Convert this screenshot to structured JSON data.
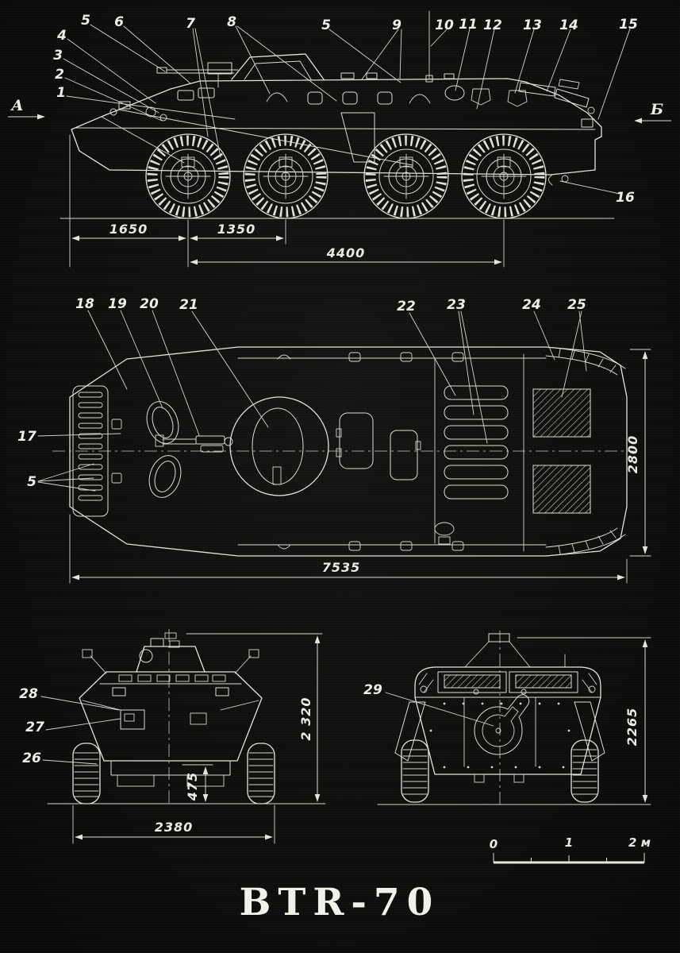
{
  "page": {
    "title": "BTR-70",
    "scale_bar": {
      "t0": "0",
      "t1": "1",
      "t2": "2 м"
    }
  },
  "side_view": {
    "callouts": [
      "1",
      "2",
      "3",
      "4",
      "5",
      "6",
      "7",
      "8",
      "5",
      "9",
      "10",
      "11",
      "12",
      "13",
      "14",
      "15",
      "16"
    ],
    "dims": {
      "front": "1650",
      "axle": "1350",
      "wheelbase": "4400"
    },
    "markers": {
      "left": "А",
      "right": "Б"
    }
  },
  "top_view": {
    "callouts": [
      "17",
      "18",
      "19",
      "20",
      "21",
      "22",
      "23",
      "24",
      "25",
      "5"
    ],
    "dims": {
      "length": "7535",
      "width": "2800"
    }
  },
  "front_view": {
    "callouts": [
      "28",
      "27",
      "26"
    ],
    "dims": {
      "height": "2 320",
      "clearance": "475",
      "track": "2380"
    }
  },
  "rear_view": {
    "callouts": [
      "29"
    ],
    "dims": {
      "height": "2265"
    }
  }
}
